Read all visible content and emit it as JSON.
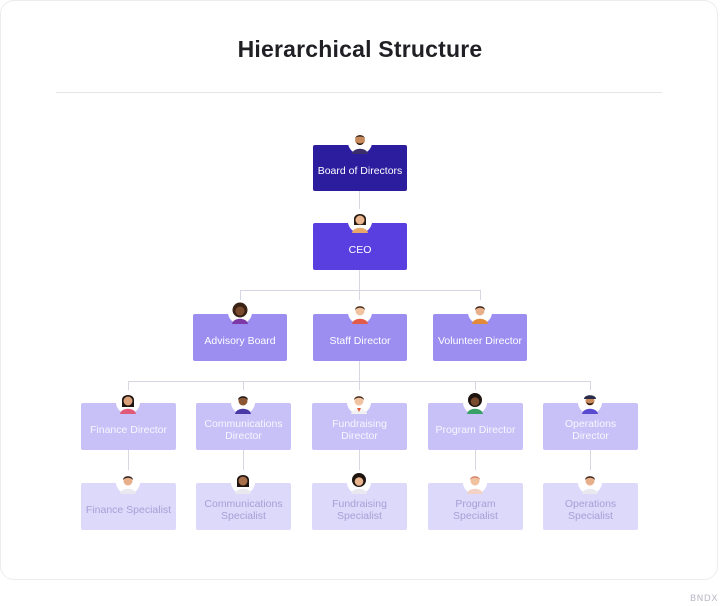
{
  "title": "Hierarchical Structure",
  "watermark": "BNDX",
  "nodes": {
    "board": "Board of Directors",
    "ceo": "CEO",
    "advisory": "Advisory Board",
    "staff_director": "Staff Director",
    "volunteer_director": "Volunteer Director",
    "finance_director": "Finance Director",
    "communications_director": "Communications Director",
    "fundraising_director": "Fundraising Director",
    "program_director": "Program Director",
    "operations_director": "Operations Director",
    "finance_specialist": "Finance Specialist",
    "communications_specialist": "Communications Specialist",
    "fundraising_specialist": "Fundraising Specialist",
    "program_specialist": "Program Specialist",
    "operations_specialist": "Operations Specialist"
  },
  "colors": {
    "level0": "#2c1d9f",
    "level1": "#5a3fe0",
    "level2": "#9c8df1",
    "level3": "#c8c1f7",
    "level4": "#ddd9fb"
  }
}
